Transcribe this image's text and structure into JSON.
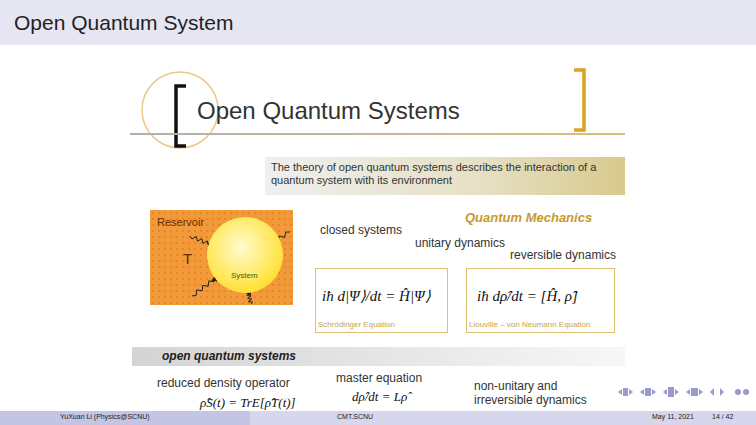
{
  "diagram": {
    "title": "Open Quantum System",
    "nodes": [
      {
        "text": [
          "The theory of open quantum systems describes the interaction of a quantum system with its environment"
        ]
      },
      {
        "text": [
          "Reservoir",
          "T"
        ]
      },
      {
        "text": [
          "System"
        ],
        "in": 1
      },
      {
        "text": [
          "iħ d|Ψ⟩/dt = Ĥ|Ψ⟩",
          "Schrödinger Equation"
        ]
      },
      {
        "text": [
          "iħ dρ̂/dt = [Ĥ, ρ̂]",
          "Liouville – von Neumann Equation"
        ]
      },
      {
        "text": [
          "open quantum systems"
        ]
      }
    ],
    "labels": [
      "Open Quantum Systems",
      "Quantum Mechanics",
      "closed systems",
      "unitary dynamics",
      "reversible dynamics",
      "reduced density operator",
      "master equation",
      "non-unitary and irreversible dynamics",
      "ρ̂S(t) = TrE[ρ̂T(t)]",
      "dρ̂/dt = Lρ̂",
      "YuXuan Li (Physics@SCNU)",
      "CMT.SCNU",
      "May 11, 2021",
      "14 / 42"
    ]
  }
}
